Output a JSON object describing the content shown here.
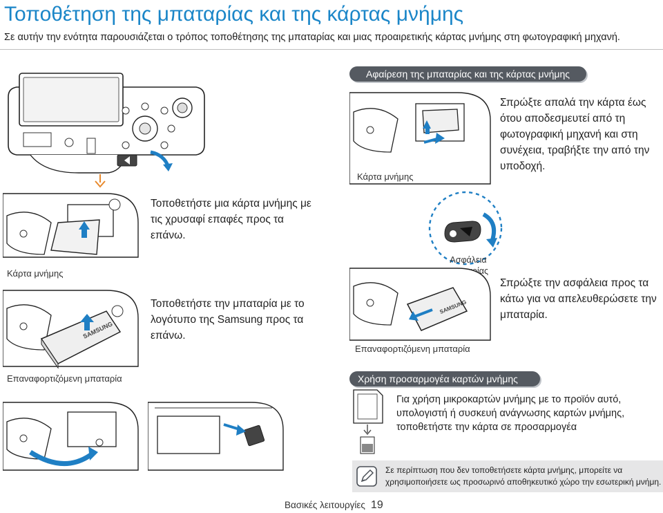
{
  "header": {
    "title": "Τοποθέτηση της μπαταρίας και της κάρτας μνήμης",
    "subtitle": "Σε αυτήν την ενότητα παρουσιάζεται ο τρόπος τοποθέτησης της μπαταρίας και μιας προαιρετικής κάρτας μνήμης στη φωτογραφική μηχανή."
  },
  "insert": {
    "step_card": "Τοποθετήστε μια κάρτα μνήμης με τις χρυσαφί επαφές προς τα επάνω.",
    "step_battery": "Τοποθετήστε την μπαταρία με το λογότυπο της Samsung προς τα επάνω.",
    "label_card": "Κάρτα μνήμης",
    "label_battery": "Επαναφορτιζόμενη μπαταρία",
    "battery_brand": "SAMSUNG"
  },
  "remove": {
    "heading": "Αφαίρεση της μπαταρίας και της κάρτας μνήμης",
    "card_text": "Σπρώξτε απαλά την κάρτα έως ότου αποδεσμευτεί από τη φωτογραφική μηχανή και στη συνέχεια, τραβήξτε την από την υποδοχή.",
    "card_label": "Κάρτα μνήμης",
    "lock_label": "Ασφάλεια μπαταρίας",
    "battery_text": "Σπρώξτε την ασφάλεια προς τα κάτω για να απελευθερώσετε την μπαταρία.",
    "battery_label": "Επαναφορτιζόμενη μπαταρία",
    "battery_brand": "SAMSUNG"
  },
  "adapter": {
    "heading": "Χρήση προσαρμογέα καρτών μνήμης",
    "text": "Για χρήση μικροκαρτών μνήμης με το προϊόν αυτό, υπολογιστή ή συσκευή ανάγνωσης καρτών μνήμης, τοποθετήστε την κάρτα σε προσαρμογέα"
  },
  "note": {
    "icon": "pencil-note-icon",
    "line1": "Σε περίπτωση που δεν τοποθετήσετε κάρτα μνήμης, μπορείτε να",
    "line2": "χρησιμοποιήσετε ως προσωρινό αποθηκευτικό χώρο την εσωτερική μνήμη."
  },
  "footer": {
    "section": "Βασικές λειτουργίες",
    "page": "19"
  },
  "colors": {
    "accent": "#1b86c8",
    "arrow_blue": "#1f7fc4",
    "arrow_orange": "#e8892c",
    "pill_bg": "#555a61"
  }
}
